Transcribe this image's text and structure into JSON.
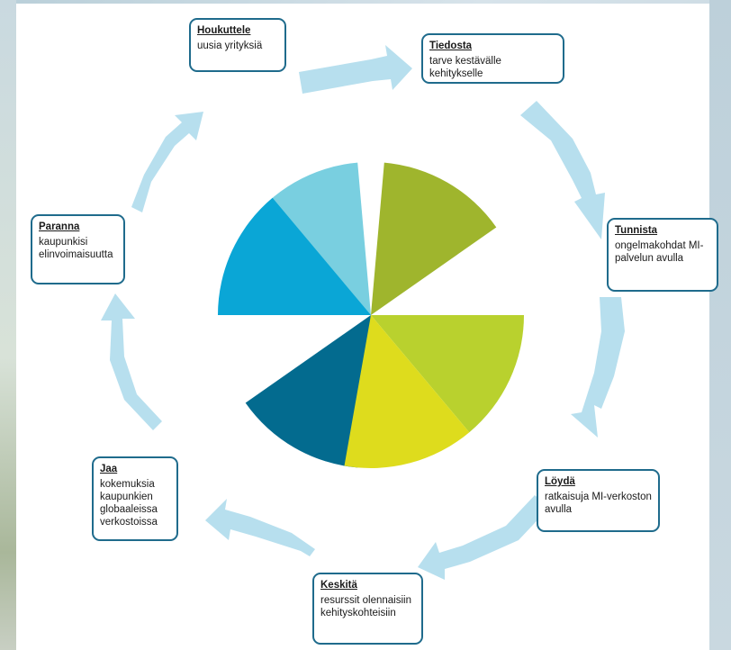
{
  "colors": {
    "arrow": "#b7dfee",
    "card_border": "#1f6b8c",
    "blade_light_blue": "#79cfe0",
    "blade_mid_blue": "#0aa6d6",
    "blade_dark_blue": "#036b8f",
    "blade_olive": "#9fb52d",
    "blade_lime": "#b9d12e",
    "blade_yellow": "#dedc1d"
  },
  "steps": [
    {
      "title": "Houkuttele",
      "description": "uusia yrityksiä"
    },
    {
      "title": "Tiedosta",
      "description": "tarve kestävälle kehitykselle"
    },
    {
      "title": "Tunnista",
      "description": "ongelmakohdat MI-\npalvelun avulla"
    },
    {
      "title": "Löydä",
      "description": "ratkaisuja MI-verkoston\navulla"
    },
    {
      "title": "Keskitä",
      "description": "resurssit olennaisiin\nkehityskohteisiin"
    },
    {
      "title": "Jaa",
      "description": "kokemuksia\nkaupunkien\nglobaaleissa\nverkostoissa"
    },
    {
      "title": "Paranna",
      "description": "kaupunkisi\nelinvoimaisuutta"
    }
  ]
}
